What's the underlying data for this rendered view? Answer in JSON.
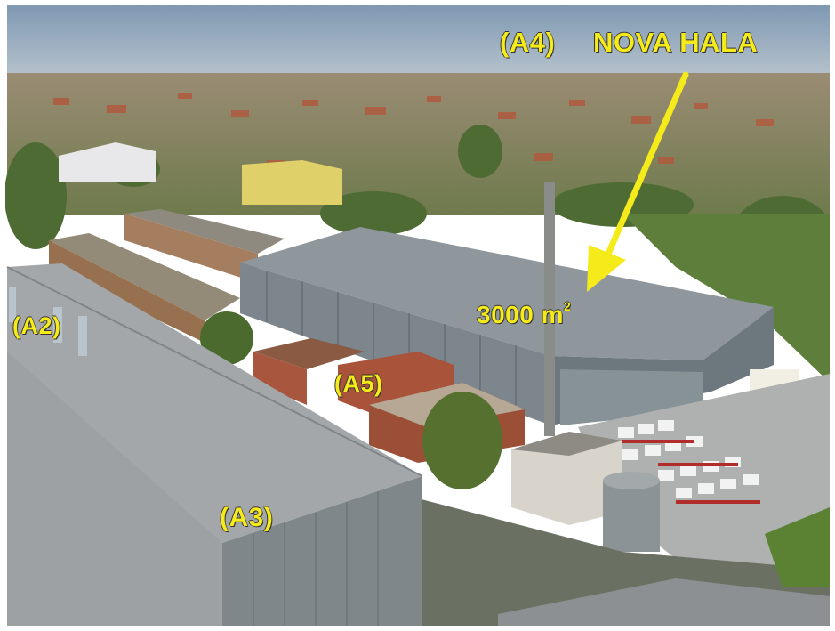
{
  "labels": {
    "a4": "(A4)",
    "nova_hala": "NOVA HALA",
    "area_value": "3000 m",
    "area_exp": "2",
    "a2": "(A2)",
    "a5": "(A5)",
    "a3": "(A3)"
  },
  "colors": {
    "label_yellow": "#f5ea1a",
    "sky": "#8fa6bd",
    "roof_gray": "#8c9094",
    "wall_brick": "#a8573e",
    "foliage": "#4f6b34"
  }
}
